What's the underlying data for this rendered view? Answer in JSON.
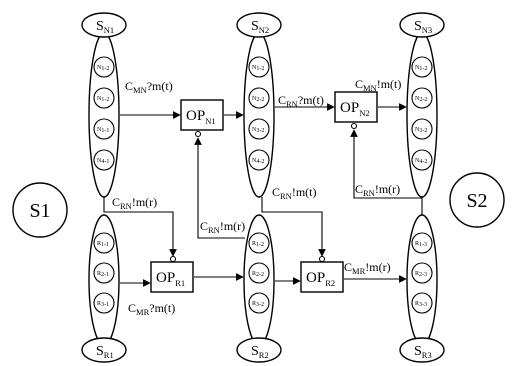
{
  "ellipse_nodes": {
    "N1": {
      "label": "S",
      "sub": "N1",
      "items": [
        {
          "t": "N",
          "s": "1-2"
        },
        {
          "t": "N",
          "s": "1-2"
        },
        {
          "t": "N",
          "s": "1-1"
        },
        {
          "t": "N",
          "s": "4-1"
        }
      ]
    },
    "N2": {
      "label": "S",
      "sub": "N2",
      "items": [
        {
          "t": "N",
          "s": "1-2"
        },
        {
          "t": "N",
          "s": "2-2"
        },
        {
          "t": "N",
          "s": "3-2"
        },
        {
          "t": "N",
          "s": "4-2"
        }
      ]
    },
    "N3": {
      "label": "S",
      "sub": "N3",
      "items": [
        {
          "t": "N",
          "s": "1-2"
        },
        {
          "t": "N",
          "s": "2-2"
        },
        {
          "t": "N",
          "s": "3-2"
        },
        {
          "t": "N",
          "s": "4-2"
        }
      ]
    },
    "R1": {
      "label": "S",
      "sub": "R1",
      "items": [
        {
          "t": "R",
          "s": "1-1"
        },
        {
          "t": "R",
          "s": "2-1"
        },
        {
          "t": "R",
          "s": "3-1"
        }
      ]
    },
    "R2": {
      "label": "S",
      "sub": "R2",
      "items": [
        {
          "t": "R",
          "s": "1-2"
        },
        {
          "t": "R",
          "s": "2-2"
        },
        {
          "t": "R",
          "s": "3-2"
        }
      ]
    },
    "R3": {
      "label": "S",
      "sub": "R3",
      "items": [
        {
          "t": "R",
          "s": "1-3"
        },
        {
          "t": "R",
          "s": "2-3"
        },
        {
          "t": "R",
          "s": "3-3"
        }
      ]
    }
  },
  "ops": {
    "N1": {
      "label": "OP",
      "sub": "N1"
    },
    "N2": {
      "label": "OP",
      "sub": "N2"
    },
    "R1": {
      "label": "OP",
      "sub": "R1"
    },
    "R2": {
      "label": "OP",
      "sub": "R2"
    }
  },
  "systems": {
    "s1": "S1",
    "s2": "S2"
  },
  "channels": {
    "c1": {
      "c": "C",
      "sub": "MN",
      "rest": "?m(t)"
    },
    "c2": {
      "c": "C",
      "sub": "RN",
      "rest": "?m(t)"
    },
    "c3": {
      "c": "C",
      "sub": "MN",
      "rest": "!m(t)"
    },
    "c4": {
      "c": "C",
      "sub": "RN",
      "rest": "!m(r)"
    },
    "c5": {
      "c": "C",
      "sub": "RN",
      "rest": "!m(r)"
    },
    "c6": {
      "c": "C",
      "sub": "RN",
      "rest": "!m(t)"
    },
    "c7": {
      "c": "C",
      "sub": "RN",
      "rest": "!m(r)"
    },
    "c8": {
      "c": "C",
      "sub": "MR",
      "rest": "!m(r)"
    },
    "c9": {
      "c": "C",
      "sub": "MR",
      "rest": "?m(t)"
    }
  }
}
